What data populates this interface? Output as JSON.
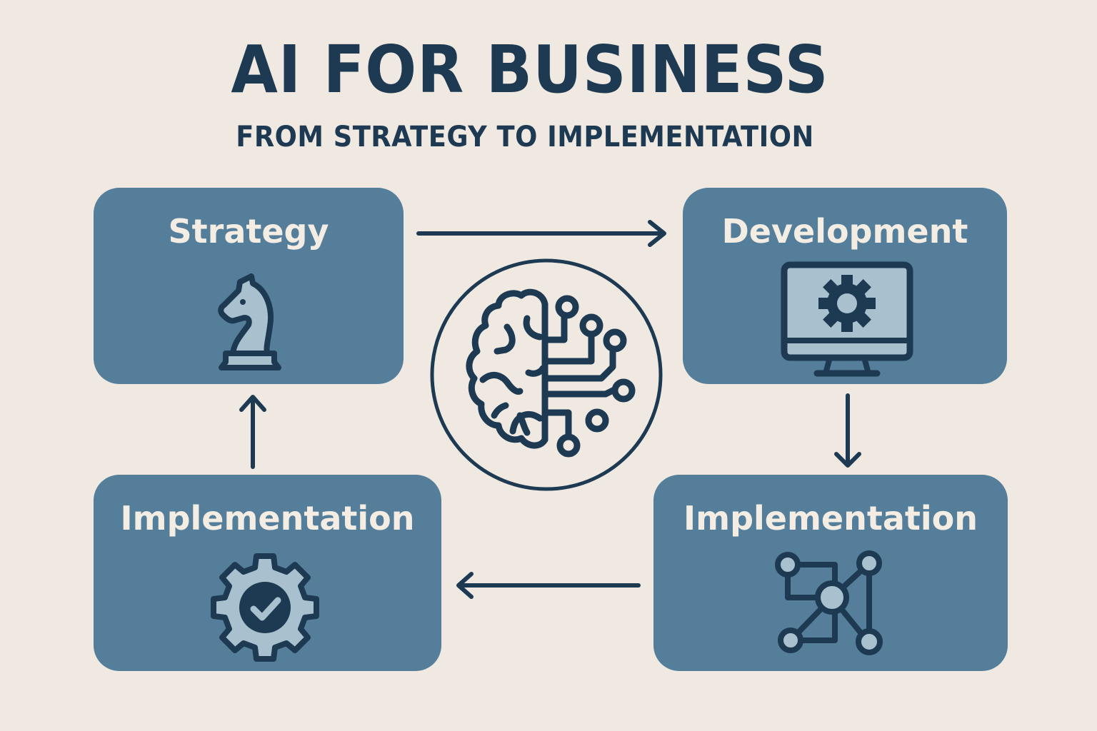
{
  "header": {
    "title": "AI FOR BUSINESS",
    "subtitle": "FROM STRATEGY TO IMPLEMENTATION"
  },
  "cards": [
    {
      "label": "Strategy",
      "icon": "chess-knight-icon",
      "position": "top-left"
    },
    {
      "label": "Development",
      "icon": "monitor-gear-icon",
      "position": "top-right"
    },
    {
      "label": "Implementation",
      "icon": "network-nodes-icon",
      "position": "bottom-right"
    },
    {
      "label": "Implementation",
      "icon": "gear-check-icon",
      "position": "bottom-left"
    }
  ],
  "center": {
    "icon": "ai-brain-circuit-icon"
  },
  "flow": [
    "Strategy",
    "Development",
    "Implementation",
    "Implementation",
    "Strategy"
  ],
  "colors": {
    "background": "#efe9e2",
    "card": "#557e9a",
    "dark": "#1d3a52",
    "icon_fill": "#a9c0cf",
    "card_text": "#f3ede4"
  }
}
